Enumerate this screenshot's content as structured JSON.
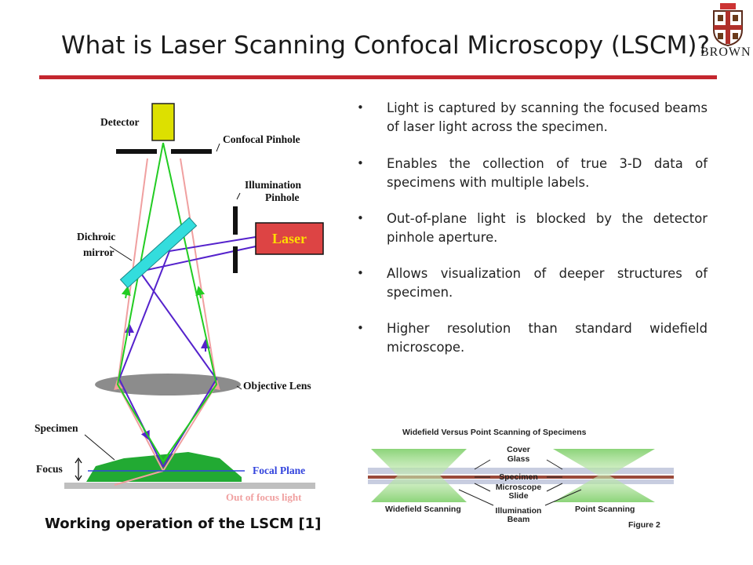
{
  "slide": {
    "title": "What is Laser Scanning Confocal Microscopy (LSCM)?",
    "logo_text": "BROWN",
    "bullets": [
      "Light is captured by scanning the focused beams of laser light across the specimen.",
      "Enables the collection of true 3-D data of specimens with multiple labels.",
      "Out-of-plane light is blocked by the detector pinhole aperture.",
      "Allows visualization of deeper structures of specimen.",
      "Higher resolution than standard widefield microscope."
    ],
    "bullet_symbol": "•",
    "caption": "Working operation of the LSCM [1]"
  },
  "diagram": {
    "detector": "Detector",
    "confocal_pinhole": "Confocal Pinhole",
    "illumination_pinhole_1": "Illumination",
    "illumination_pinhole_2": "Pinhole",
    "laser": "Laser",
    "dichroic_1": "Dichroic",
    "dichroic_2": "mirror",
    "objective_lens": "Objective Lens",
    "specimen": "Specimen",
    "focus": "Focus",
    "focal_plane": "Focal Plane",
    "out_of_focus": "Out of focus light"
  },
  "widefield_figure": {
    "title": "Widefield Versus Point Scanning of Specimens",
    "cover_glass_1": "Cover",
    "cover_glass_2": "Glass",
    "specimen": "Specimen",
    "slide_1": "Microscope",
    "slide_2": "Slide",
    "widefield": "Widefield Scanning",
    "illum_1": "Illumination",
    "illum_2": "Beam",
    "point": "Point Scanning",
    "figure": "Figure 2"
  },
  "colors": {
    "accent_rule": "#c4262e",
    "excitation": "#5522cc",
    "emission": "#22cc22",
    "out_of_focus": "#f0a0a0",
    "detector": "#dde000",
    "laser_box": "#dd4444",
    "laser_text": "#ffdd00",
    "dichroic": "#33dddd"
  }
}
